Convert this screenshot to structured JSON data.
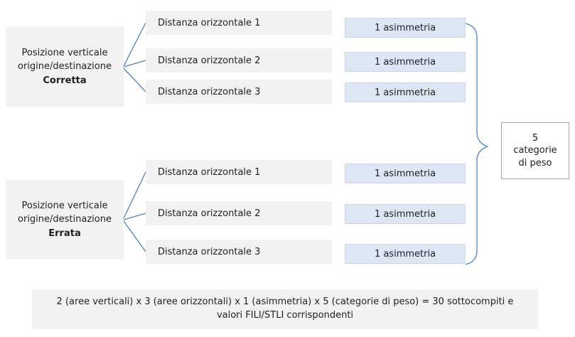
{
  "colors": {
    "box_gray": "#f2f2f2",
    "box_blue": "#dde6f2",
    "box_blue_border": "#ccd9ea",
    "connector_blue": "#4f81bd",
    "right_box_border": "#a6a6a6"
  },
  "top_group": {
    "root": {
      "line1": "Posizione verticale",
      "line2": "origine/destinazione",
      "line3": "Corretta"
    },
    "children": [
      {
        "label": "Distanza orizzontale 1",
        "leaf": "1 asimmetria"
      },
      {
        "label": "Distanza orizzontale 2",
        "leaf": "1 asimmetria"
      },
      {
        "label": "Distanza orizzontale 3",
        "leaf": "1 asimmetria"
      }
    ]
  },
  "bottom_group": {
    "root": {
      "line1": "Posizione verticale",
      "line2": "origine/destinazione",
      "line3": "Errata"
    },
    "children": [
      {
        "label": "Distanza orizzontale 1",
        "leaf": "1 asimmetria"
      },
      {
        "label": "Distanza orizzontale 2",
        "leaf": "1 asimmetria"
      },
      {
        "label": "Distanza orizzontale 3",
        "leaf": "1 asimmetria"
      }
    ]
  },
  "right_box": {
    "line1": "5",
    "line2": "categorie",
    "line3": "di peso"
  },
  "footer": "2 (aree verticali)  x 3 (aree orizzontali) x 1 (asimmetria) x 5 (categorie di peso) = 30 sottocompiti e valori FILI/STLI corrispondenti"
}
